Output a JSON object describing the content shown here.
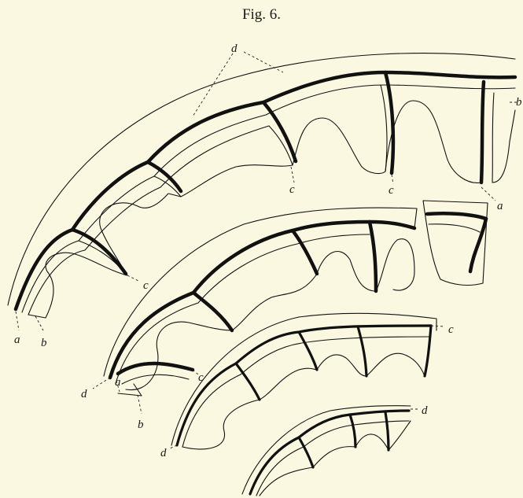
{
  "title": "Fig. 6.",
  "labels": {
    "d_top": "d",
    "b_right": "b",
    "a_right": "a",
    "c1": "c",
    "c2": "c",
    "c3": "c",
    "a_left": "a",
    "b_left": "b",
    "c_mid": "c",
    "d_mid": "d",
    "a_mid": "a",
    "b_mid": "b",
    "c_third": "c",
    "d_third": "d",
    "d_bottom": "d"
  },
  "colors": {
    "background": "#fbf8e2",
    "ink": "#111111"
  }
}
